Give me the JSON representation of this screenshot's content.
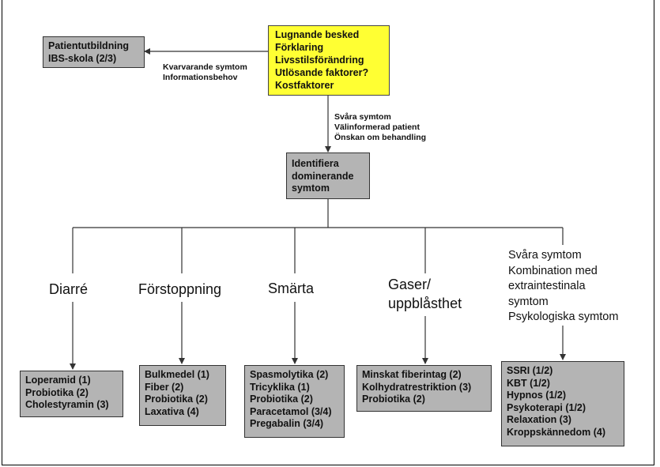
{
  "top_box": {
    "lines": [
      "Lugnande besked",
      "Förklaring",
      "Livsstilsförändring",
      "Utlösande faktorer?",
      "Kostfaktorer"
    ],
    "color": "#ffff33"
  },
  "patient_box": {
    "lines": [
      "Patientutbildning",
      "IBS-skola (2/3)"
    ]
  },
  "left_edge_label": {
    "lines": [
      "Kvarvarande symtom",
      "Informationsbehov"
    ]
  },
  "down_edge_label": {
    "lines": [
      "Svåra symtom",
      "Välinformerad patient",
      "Önskan om behandling"
    ]
  },
  "identify_box": {
    "lines": [
      "Identifiera",
      "dominerande",
      "symtom"
    ]
  },
  "categories": [
    {
      "label_lines": [
        "Diarré"
      ],
      "treatments": [
        "Loperamid (1)",
        "Probiotika (2)",
        "Cholestyramin (3)"
      ]
    },
    {
      "label_lines": [
        "Förstoppning"
      ],
      "treatments": [
        "Bulkmedel (1)",
        "Fiber (2)",
        "Probiotika (2)",
        "Laxativa (4)"
      ]
    },
    {
      "label_lines": [
        "Smärta"
      ],
      "treatments": [
        "Spasmolytika (2)",
        "Tricyklika (1)",
        "Probiotika (2)",
        "Paracetamol (3/4)",
        "Pregabalin (3/4)"
      ]
    },
    {
      "label_lines": [
        "Gaser/",
        "uppblåsthet"
      ],
      "treatments": [
        "Minskat fiberintag (2)",
        "Kolhydratrestriktion (3)",
        "Probiotika (2)"
      ]
    },
    {
      "label_lines": [
        "Svåra symtom",
        "Kombination med",
        "extraintestinala",
        "symtom",
        "Psykologiska symtom"
      ],
      "treatments": [
        "SSRI (1/2)",
        "KBT (1/2)",
        "Hypnos (1/2)",
        "Psykoterapi (1/2)",
        "Relaxation (3)",
        "Kroppskännedom (4)"
      ]
    }
  ],
  "colors": {
    "box_fill": "#b4b4b4",
    "line": "#333333"
  }
}
